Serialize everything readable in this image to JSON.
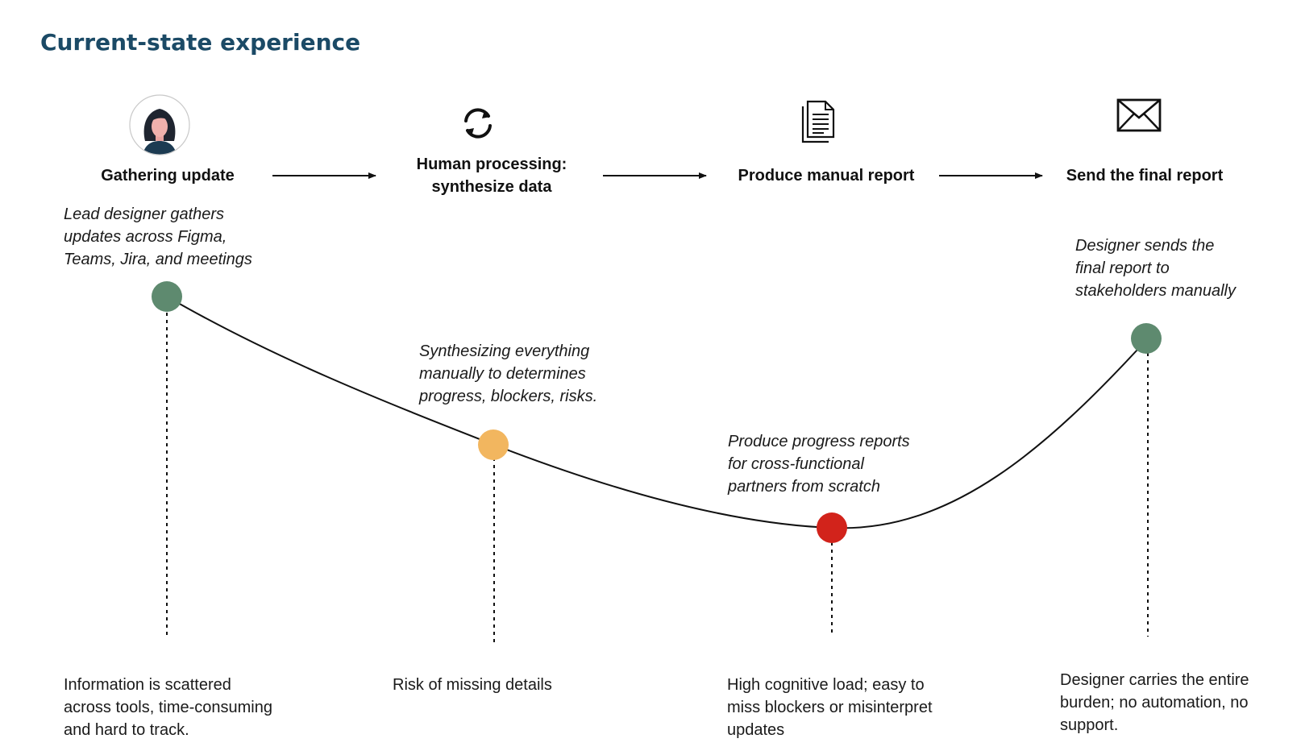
{
  "title": "Current-state experience",
  "steps": [
    {
      "label": "Gathering update",
      "icon": "user-avatar-icon"
    },
    {
      "label": "Human processing:\nsynthesize data",
      "icon": "refresh-icon"
    },
    {
      "label": "Produce manual report",
      "icon": "document-icon"
    },
    {
      "label": "Send the final report",
      "icon": "envelope-icon"
    }
  ],
  "notes": [
    "Lead designer gathers\nupdates across Figma,\nTeams, Jira, and meetings",
    "Synthesizing everything\nmanually to determines\nprogress, blockers, risks.",
    "Produce progress reports\nfor cross-functional\npartners from scratch",
    "Designer sends the\nfinal report to\nstakeholders manually"
  ],
  "pain_points": [
    "Information is scattered\nacross tools, time-consuming\nand hard to track.",
    "Risk of missing details",
    "High cognitive load; easy to\nmiss blockers or misinterpret\nupdates",
    "Designer carries the entire\nburden; no automation, no\nsupport."
  ],
  "colors": {
    "title": "#1b4a66",
    "point_good": "#5e8a6f",
    "point_medium": "#f2b65f",
    "point_bad": "#d2231b"
  },
  "journey_points": [
    {
      "step": "Gathering update",
      "status": "good"
    },
    {
      "step": "Human processing: synthesize data",
      "status": "medium"
    },
    {
      "step": "Produce manual report",
      "status": "bad"
    },
    {
      "step": "Send the final report",
      "status": "good"
    }
  ]
}
